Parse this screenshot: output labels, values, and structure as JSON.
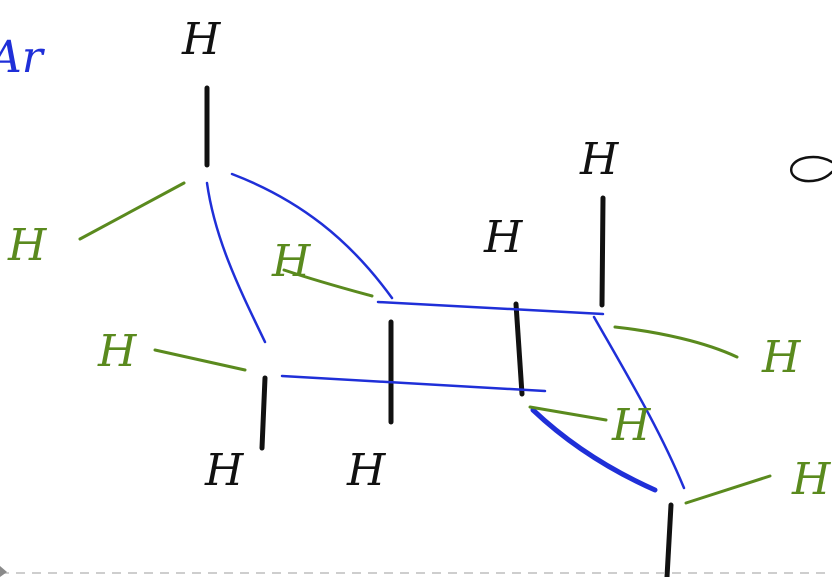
{
  "canvas": {
    "partial_label_left": "Ar",
    "labels": {
      "h_top": "H",
      "h_left_upper": "H",
      "h_mid_left": "H",
      "h_green_left": "H",
      "h_bottom_left_a": "H",
      "h_bottom_left_b": "H",
      "h_center": "H",
      "h_top_right": "H",
      "h_right_mid": "H",
      "h_right_lower": "H",
      "h_far_right": "H"
    }
  },
  "colors": {
    "ink_black": "#111111",
    "ink_blue": "#1f2fd8",
    "ink_green": "#5a8a1e",
    "page_edge": "#bdbdbd"
  }
}
